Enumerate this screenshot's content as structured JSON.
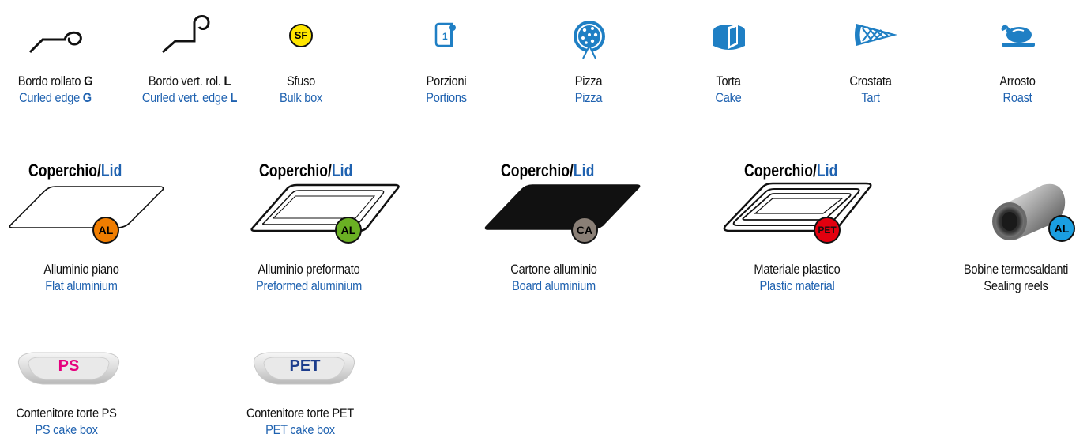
{
  "colors": {
    "blue": "#1f62b0",
    "orange": "#f07d00",
    "green": "#6ab023",
    "taupe": "#8a7f76",
    "red": "#e3000f",
    "cyan": "#1a9ee0",
    "yellow": "#ffe600",
    "magenta": "#e6007e",
    "navy": "#1c3c8c"
  },
  "symbols": [
    {
      "icon": "curled-edge-icon",
      "it": "Bordo rollato ",
      "it_bold": "G",
      "en": "Curled edge ",
      "en_bold": "G"
    },
    {
      "icon": "curled-vert-edge-icon",
      "it": "Bordo vert. rol. ",
      "it_bold": "L",
      "en": "Curled vert. edge ",
      "en_bold": "L"
    },
    {
      "icon": "bulk-box-icon",
      "badge": "SF",
      "it": "Sfuso",
      "en": "Bulk box"
    },
    {
      "icon": "portions-icon",
      "badge": "1",
      "it": "Porzioni",
      "en": "Portions"
    },
    {
      "icon": "pizza-icon",
      "it": "Pizza",
      "en": "Pizza"
    },
    {
      "icon": "cake-icon",
      "it": "Torta",
      "en": "Cake"
    },
    {
      "icon": "tart-icon",
      "it": "Crostata",
      "en": "Tart"
    },
    {
      "icon": "roast-icon",
      "it": "Arrosto",
      "en": "Roast"
    }
  ],
  "lids": [
    {
      "title_it": "Coperchio/",
      "title_en": "Lid",
      "badge": "AL",
      "badge_color": "orange",
      "it": "Alluminio piano",
      "en": "Flat aluminium"
    },
    {
      "title_it": "Coperchio/",
      "title_en": "Lid",
      "badge": "AL",
      "badge_color": "green",
      "it": "Alluminio preformato",
      "en": "Preformed aluminium"
    },
    {
      "title_it": "Coperchio/",
      "title_en": "Lid",
      "badge": "CA",
      "badge_color": "taupe",
      "it": "Cartone alluminio",
      "en": "Board aluminium"
    },
    {
      "title_it": "Coperchio/",
      "title_en": "Lid",
      "badge": "PET",
      "badge_color": "red",
      "it": "Materiale plastico",
      "en": "Plastic material"
    }
  ],
  "reel": {
    "badge": "AL",
    "it": "Bobine termosaldanti",
    "en": "Sealing reels"
  },
  "cake_boxes": [
    {
      "label": "PS",
      "it": "Contenitore torte PS",
      "en": "PS cake box"
    },
    {
      "label": "PET",
      "it": "Contenitore torte PET",
      "en": "PET cake box"
    }
  ]
}
